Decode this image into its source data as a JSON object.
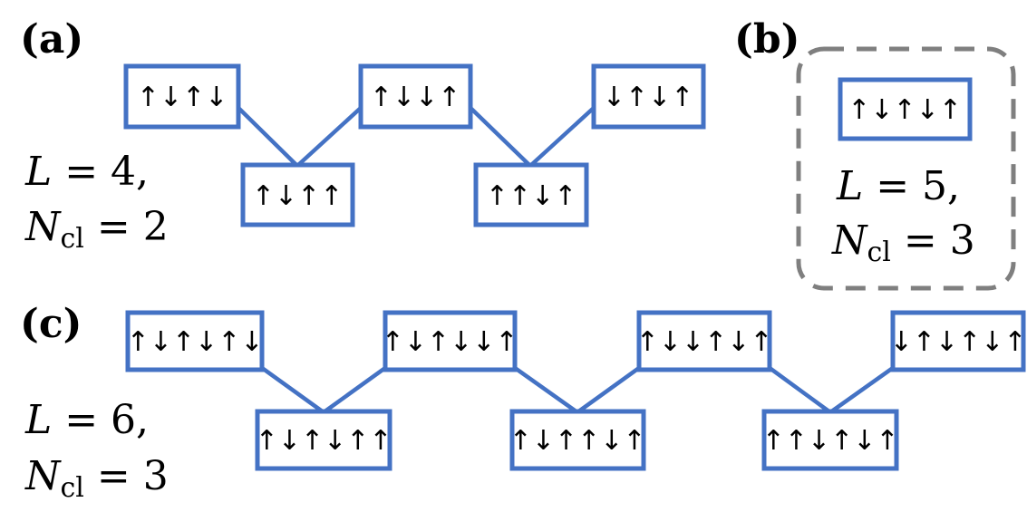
{
  "colors": {
    "box_stroke": "#4472c4",
    "edge": "#4472c4",
    "dashed_frame": "#7f7f7f",
    "text": "#000000"
  },
  "panels": {
    "a": {
      "label": "(a)",
      "param_line1": {
        "var": "L",
        "eq": " = 4,",
        "sub": ""
      },
      "param_line2": {
        "var": "N",
        "sub": "cl",
        "eq": " = 2"
      },
      "states": [
        "↑↓↑↓",
        "↑↓↑↑",
        "↑↓↓↑",
        "↑↑↓↑",
        "↓↑↓↑"
      ]
    },
    "b": {
      "label": "(b)",
      "param_line1": {
        "var": "L",
        "eq": " = 5,",
        "sub": ""
      },
      "param_line2": {
        "var": "N",
        "sub": "cl",
        "eq": " = 3"
      },
      "states": [
        "↑↓↑↓↑"
      ]
    },
    "c": {
      "label": "(c)",
      "param_line1": {
        "var": "L",
        "eq": " = 6,",
        "sub": ""
      },
      "param_line2": {
        "var": "N",
        "sub": "cl",
        "eq": " = 3"
      },
      "states": [
        "↑↓↑↓↑↓",
        "↑↓↑↓↑↑",
        "↑↓↑↓↓↑",
        "↑↓↑↑↓↑",
        "↑↓↓↑↓↑",
        "↑↑↓↑↓↑",
        "↓↑↓↑↓↑"
      ]
    }
  }
}
